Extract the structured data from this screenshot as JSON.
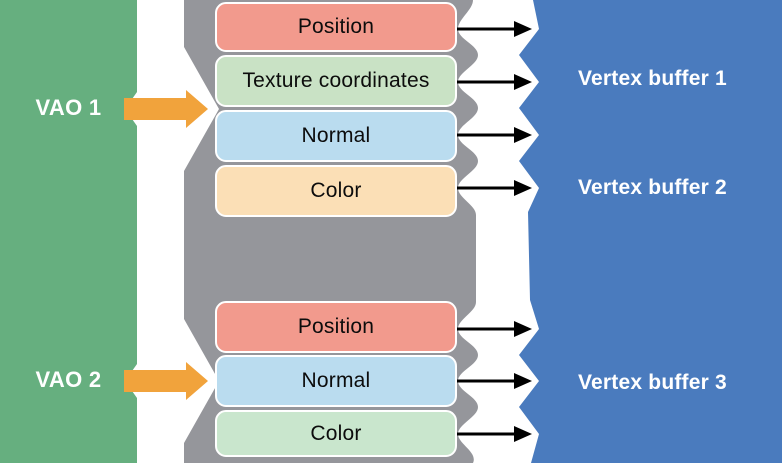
{
  "diagram": {
    "vaos": [
      {
        "label": "VAO 1"
      },
      {
        "label": "VAO 2"
      }
    ],
    "groups": [
      {
        "attributes": [
          {
            "label": "Position",
            "color": "#F29A8D"
          },
          {
            "label": "Texture coordinates",
            "color": "#C9E2C5"
          },
          {
            "label": "Normal",
            "color": "#BADCEF"
          },
          {
            "label": "Color",
            "color": "#FBDFB6"
          }
        ]
      },
      {
        "attributes": [
          {
            "label": "Position",
            "color": "#F29A8D"
          },
          {
            "label": "Normal",
            "color": "#BADCEF"
          },
          {
            "label": "Color",
            "color": "#C9E6CD"
          }
        ]
      }
    ],
    "buffers": [
      {
        "label": "Vertex buffer 1"
      },
      {
        "label": "Vertex buffer 2"
      },
      {
        "label": "Vertex buffer 3"
      }
    ],
    "colors": {
      "vao_panel": "#66AF7F",
      "attribute_panel": "#95969B",
      "buffer_panel": "#4A7BBE",
      "vao_arrow": "#F1A33C",
      "link_arrow": "#000000"
    }
  }
}
